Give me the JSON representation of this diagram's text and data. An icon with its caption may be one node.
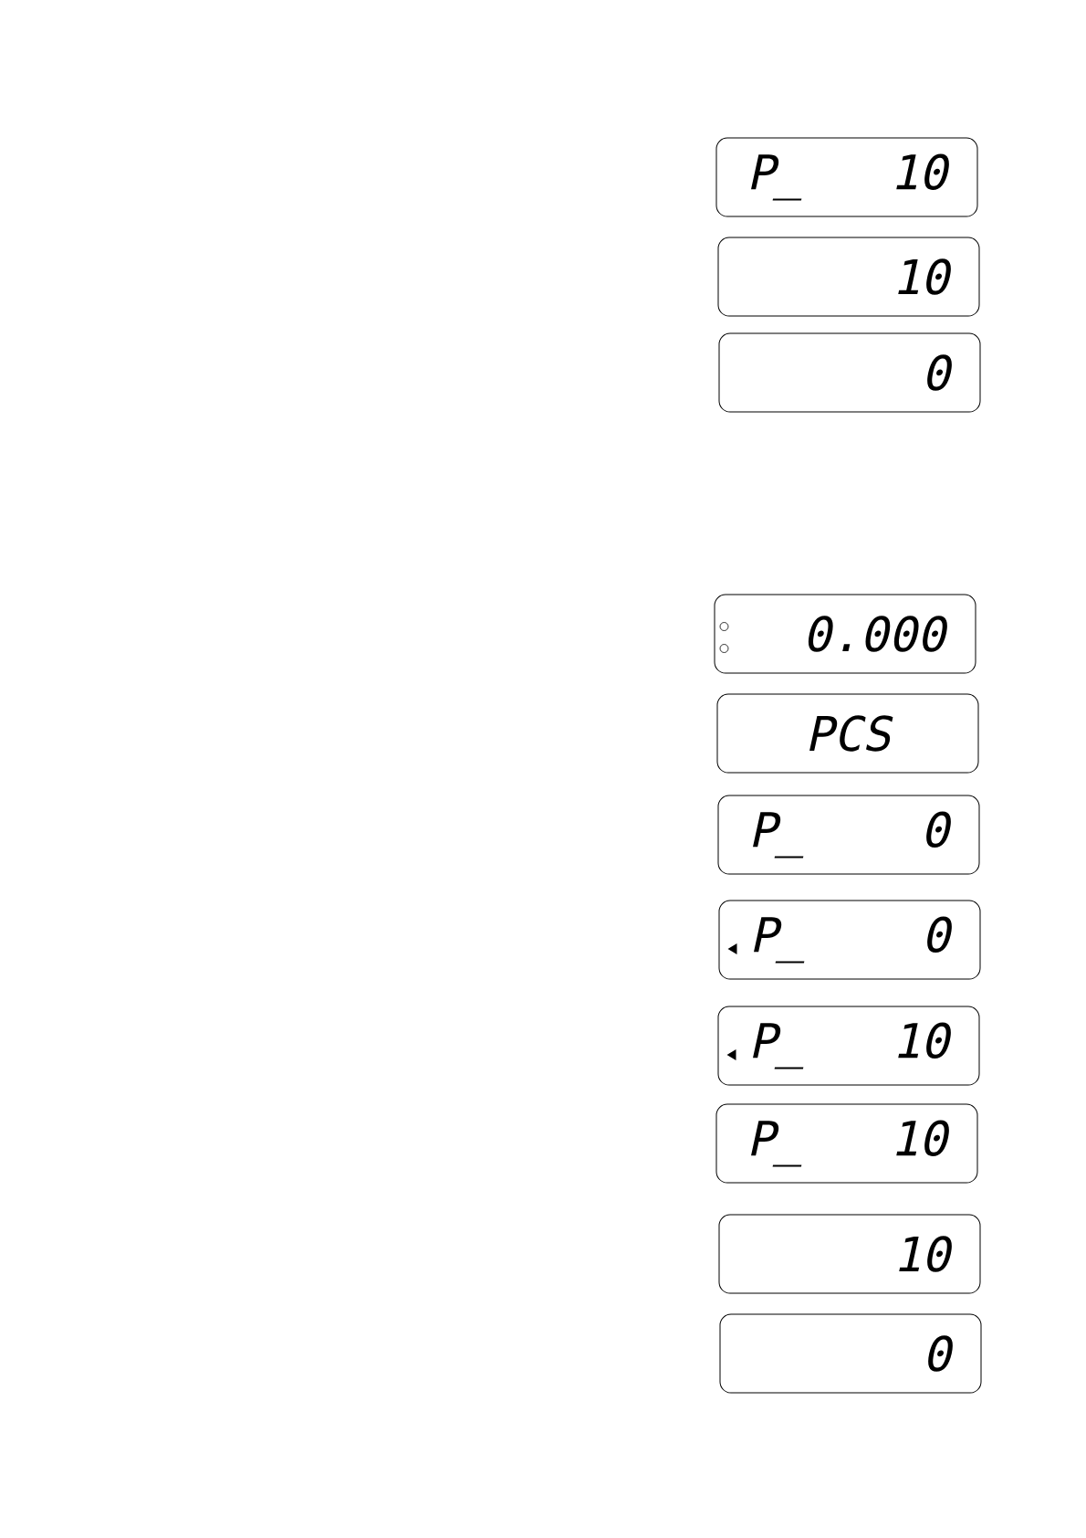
{
  "diagram": {
    "nodes": [
      {
        "text": [
          "P_",
          "10"
        ]
      },
      {
        "text": [
          "10"
        ]
      },
      {
        "text": [
          "0"
        ]
      },
      {
        "text": [
          "0.000"
        ]
      },
      {
        "text": [
          "PCS"
        ]
      },
      {
        "text": [
          "P_",
          "0"
        ]
      },
      {
        "text": [
          "P_",
          "0"
        ]
      },
      {
        "text": [
          "P_",
          "10"
        ]
      },
      {
        "text": [
          "P_",
          "10"
        ]
      },
      {
        "text": [
          "10"
        ]
      },
      {
        "text": [
          "0"
        ]
      }
    ]
  }
}
